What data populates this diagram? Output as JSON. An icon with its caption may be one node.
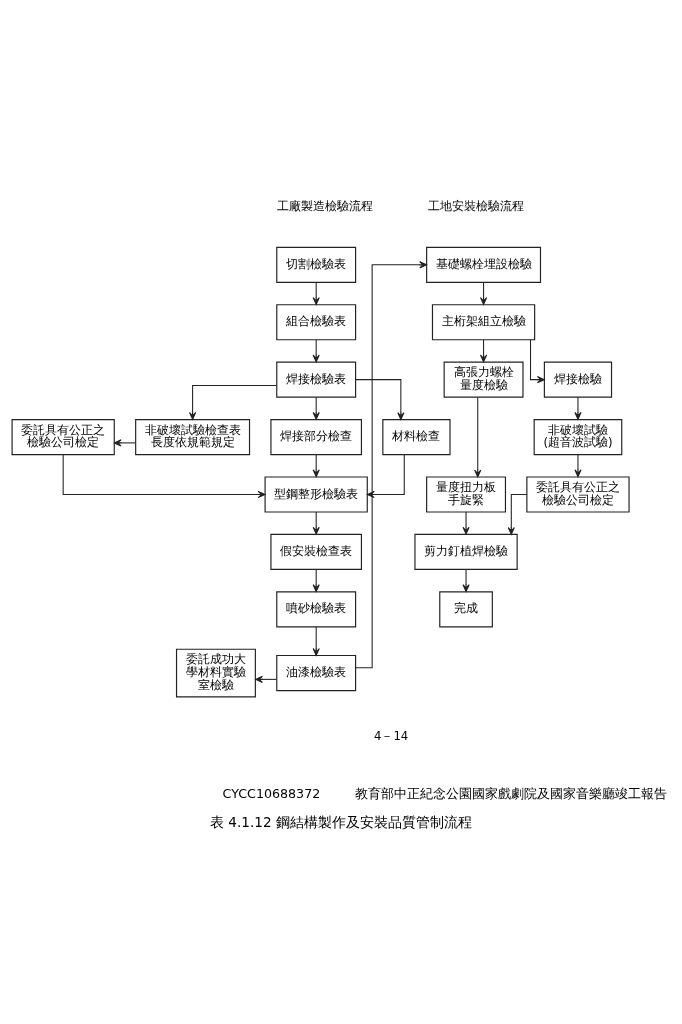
{
  "diagram": {
    "caption": "表 4.1.12 鋼結構製作及安裝品質管制流程",
    "nodes": [
      {
        "text": [
          "切割檢驗表"
        ]
      },
      {
        "text": [
          "組合檢驗表"
        ]
      },
      {
        "text": [
          "焊接檢驗表"
        ]
      },
      {
        "text": [
          "委託具有公正之檢驗公司檢定"
        ]
      },
      {
        "text": [
          "非破壞試驗檢查表長度依規範規定"
        ]
      },
      {
        "text": [
          "焊接部分檢查"
        ]
      },
      {
        "text": [
          "材料檢查"
        ]
      },
      {
        "text": [
          "型鋼整形檢驗表"
        ]
      },
      {
        "text": [
          "假安裝檢查表"
        ]
      },
      {
        "text": [
          "噴砂檢驗表"
        ]
      },
      {
        "text": [
          "委託成功大學材料實驗室檢驗"
        ]
      },
      {
        "text": [
          "油漆檢驗表"
        ]
      },
      {
        "text": [
          "基礎螺栓埋設檢驗"
        ]
      },
      {
        "text": [
          "主桁架組立檢驗"
        ]
      },
      {
        "text": [
          "高張力螺栓量度檢驗"
        ]
      },
      {
        "text": [
          "焊接檢驗"
        ]
      },
      {
        "text": [
          "量度扭力板手旋緊"
        ]
      },
      {
        "text": [
          "非破壞試驗(超音波試驗)"
        ]
      },
      {
        "text": [
          "委託具有公正之檢驗公司檢定"
        ]
      },
      {
        "text": [
          "剪力釘植焊檢驗"
        ]
      },
      {
        "text": [
          "完成"
        ]
      }
    ],
    "edges": [
      {
        "from": 0,
        "to": 1,
        "arrow": "to"
      },
      {
        "from": 1,
        "to": 2,
        "arrow": "to"
      },
      {
        "from": 2,
        "to": 4,
        "arrow": "to"
      },
      {
        "from": 2,
        "to": 5,
        "arrow": "to"
      },
      {
        "from": 2,
        "to": 6,
        "arrow": "to"
      },
      {
        "from": 4,
        "to": 3,
        "arrow": "to"
      },
      {
        "from": 3,
        "to": 7,
        "arrow": "to"
      },
      {
        "from": 5,
        "to": 7,
        "arrow": "to"
      },
      {
        "from": 6,
        "to": 7,
        "arrow": "to"
      },
      {
        "from": 7,
        "to": 8,
        "arrow": "to"
      },
      {
        "from": 8,
        "to": 9,
        "arrow": "to"
      },
      {
        "from": 9,
        "to": 11,
        "arrow": "to"
      },
      {
        "from": 11,
        "to": 10,
        "arrow": "to"
      },
      {
        "from": 11,
        "to": 12,
        "arrow": "to"
      },
      {
        "from": 12,
        "to": 13,
        "arrow": "to"
      },
      {
        "from": 13,
        "to": 14,
        "arrow": "to"
      },
      {
        "from": 13,
        "to": 15,
        "arrow": "to"
      },
      {
        "from": 14,
        "to": 16,
        "arrow": "to"
      },
      {
        "from": 15,
        "to": 17,
        "arrow": "to"
      },
      {
        "from": 17,
        "to": 18,
        "arrow": "to"
      },
      {
        "from": 16,
        "to": 19,
        "arrow": "to"
      },
      {
        "from": 18,
        "to": 19,
        "arrow": "to"
      },
      {
        "from": 19,
        "to": 20,
        "arrow": "to"
      }
    ],
    "labels": [
      "工廠製造檢驗流程",
      "工地安裝檢驗流程",
      "4－14",
      "CYCC10688372",
      "教育部中正紀念公園國家戲劇院及國家音樂廳竣工報告"
    ]
  }
}
